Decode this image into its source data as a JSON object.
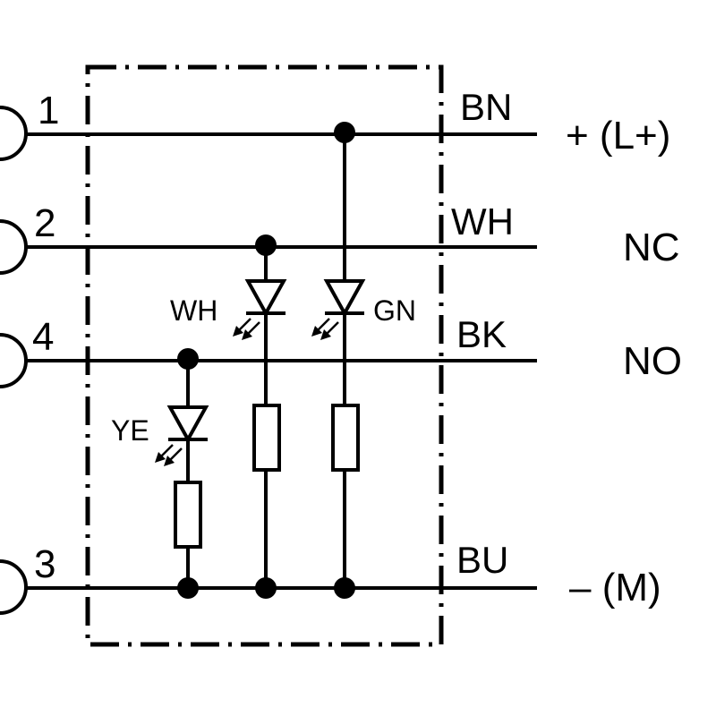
{
  "pins": [
    {
      "id": "pin-1",
      "number": "1",
      "wire_color": "BN",
      "function": "+ (L+)"
    },
    {
      "id": "pin-2",
      "number": "2",
      "wire_color": "WH",
      "function": "NC"
    },
    {
      "id": "pin-4",
      "number": "4",
      "wire_color": "BK",
      "function": "NO"
    },
    {
      "id": "pin-3",
      "number": "3",
      "wire_color": "BU",
      "function": "– (M)"
    }
  ],
  "leds": [
    {
      "id": "led-ye",
      "label": "YE"
    },
    {
      "id": "led-wh",
      "label": "WH"
    },
    {
      "id": "led-gn",
      "label": "GN"
    }
  ]
}
